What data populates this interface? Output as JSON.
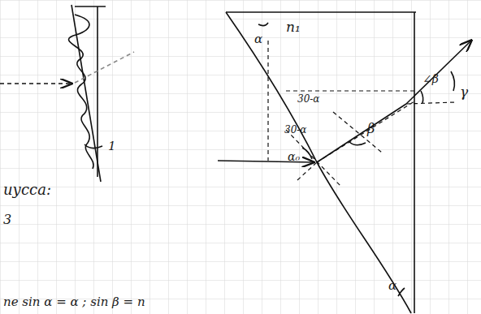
{
  "diagram": {
    "labels": [
      "1",
      "n₁",
      "α",
      "∠β",
      "γ",
      "30-α",
      "30-α",
      "β",
      "α₀",
      "α",
      "иусса:",
      "3",
      "ne sin α = α ; sin β = n"
    ]
  }
}
